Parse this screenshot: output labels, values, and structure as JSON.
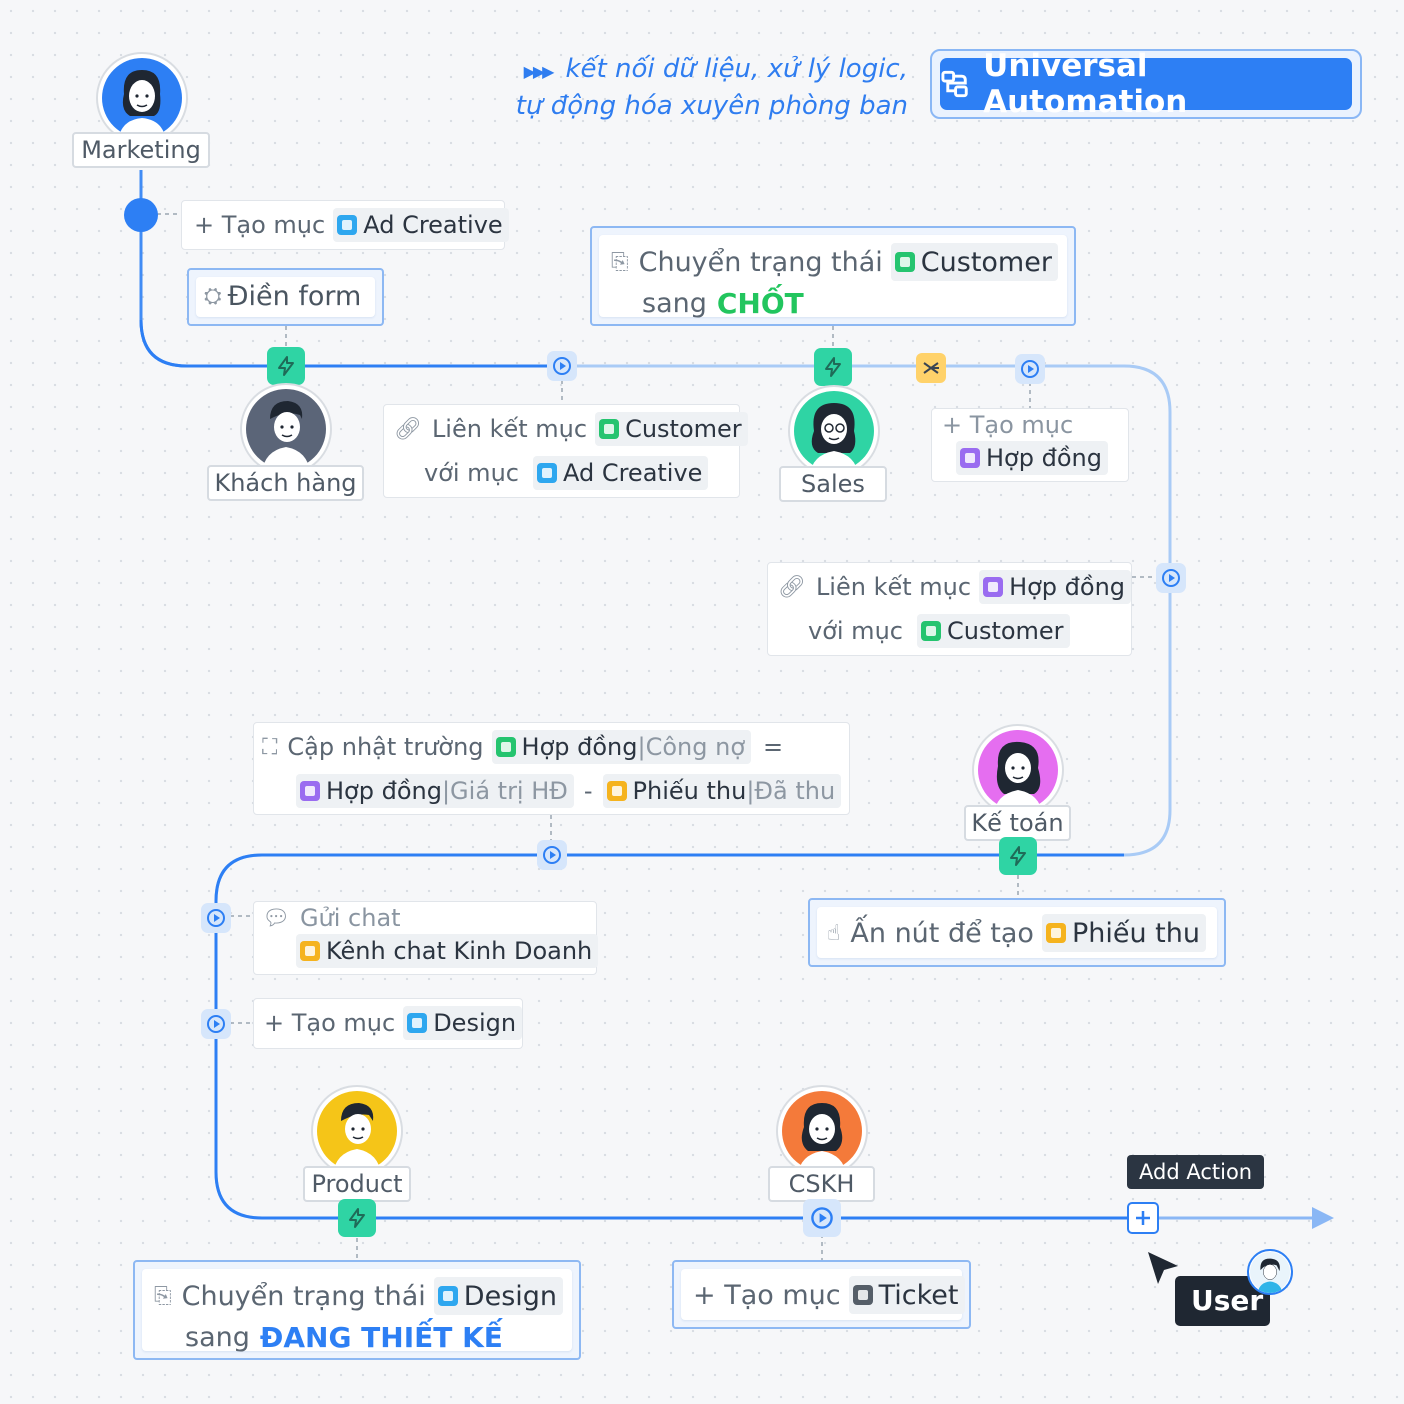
{
  "tagline": {
    "line1": "kết nối dữ liệu, xử lý logic,",
    "line2": "tự động hóa xuyên phòng ban"
  },
  "brand": {
    "title": "Universal Automation",
    "icon": "flow-icon"
  },
  "roles": {
    "marketing": "Marketing",
    "khach_hang": "Khách hàng",
    "sales": "Sales",
    "ke_toan": "Kế toán",
    "product": "Product",
    "cskh": "CSKH"
  },
  "cards": {
    "tao_ad": {
      "prefix": "+ Tạo mục",
      "chip": "Ad Creative"
    },
    "dien_form": {
      "text": "Điền form"
    },
    "chuyen_customer": {
      "line1": "Chuyển trạng thái",
      "chip": "Customer",
      "line2": "sang",
      "status": "CHỐT"
    },
    "lien_ket_1": {
      "line1": "Liên kết mục",
      "chip1": "Customer",
      "line2": "với mục",
      "chip2": "Ad Creative"
    },
    "tao_hop_dong": {
      "line1": "+ Tạo mục",
      "chip": "Hợp đồng"
    },
    "lien_ket_2": {
      "line1": "Liên kết mục",
      "chip1": "Hợp đồng",
      "line2": "với mục",
      "chip2": "Customer"
    },
    "cap_nhat": {
      "label": "Cập nhật trường",
      "chip1_main": "Hợp đồng",
      "chip1_field": "|Công nợ",
      "equals": "=",
      "chip2_main": "Hợp đồng",
      "chip2_field": "|Giá trị HĐ",
      "minus": "-",
      "chip3_main": "Phiếu thu",
      "chip3_field": "|Đã thu"
    },
    "an_nut": {
      "text": "Ấn nút để tạo",
      "chip": "Phiếu thu"
    },
    "gui_chat": {
      "line1": "Gửi chat",
      "chip": "Kênh chat Kinh Doanh"
    },
    "tao_design": {
      "prefix": "+ Tạo mục",
      "chip": "Design"
    },
    "chuyen_design": {
      "line1": "Chuyển trạng thái",
      "chip": "Design",
      "line2": "sang",
      "status": "ĐANG THIẾT KẾ"
    },
    "tao_ticket": {
      "prefix": "+ Tạo mục",
      "chip": "Ticket"
    }
  },
  "add_action": {
    "tooltip": "Add Action"
  },
  "user": {
    "label": "User"
  },
  "colors": {
    "flow_line": "#2d7ff4",
    "flow_line_light": "#a9cbf6",
    "trigger": "#2fd4a4",
    "action": "#d6e6fb",
    "status_green": "#22c55e",
    "status_blue": "#2d7ff4"
  }
}
